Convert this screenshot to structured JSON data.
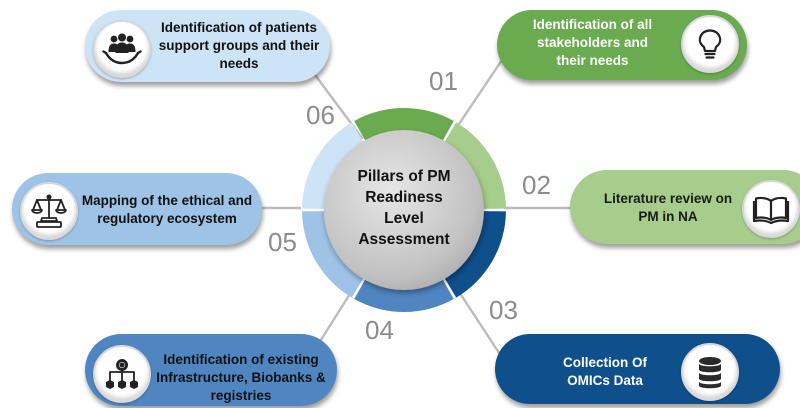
{
  "center": {
    "title": "Pillars of PM\nReadiness\nLevel\nAssessment"
  },
  "pillars": [
    {
      "number": "01",
      "label": "Identification of  all\nstakeholders  and\ntheir needs",
      "icon": "lightbulb-icon",
      "fill": "#6aab50",
      "text_color": "#ffffff"
    },
    {
      "number": "02",
      "label": "Literature review on\nPM in NA",
      "icon": "book-icon",
      "fill": "#a6cd8c",
      "text_color": "#1a1a1a"
    },
    {
      "number": "03",
      "label": "Collection Of\nOMICs Data",
      "icon": "database-icon",
      "fill": "#0f4f8c",
      "text_color": "#ffffff"
    },
    {
      "number": "04",
      "label": "Identification of existing\nInfrastructure, Biobanks &\nregistries",
      "icon": "network-gear-icon",
      "fill": "#4f86c2",
      "text_color": "#111111"
    },
    {
      "number": "05",
      "label": "Mapping of the ethical and\nregulatory ecosystem",
      "icon": "scales-of-justice-icon",
      "fill": "#9ec3e6",
      "text_color": "#111111"
    },
    {
      "number": "06",
      "label": "Identification of patients\nsupport groups and their\nneeds",
      "icon": "patient-group-icon",
      "fill": "#cde3f6",
      "text_color": "#111111"
    }
  ],
  "colors": {
    "ring_segments": [
      "#6aab50",
      "#a6cd8c",
      "#0f4f8c",
      "#4f86c2",
      "#9ec3e6",
      "#cde3f6"
    ],
    "center_disc": "#c3c3c3",
    "connector": "#bcbcbc",
    "number": "#8c8c8c"
  }
}
